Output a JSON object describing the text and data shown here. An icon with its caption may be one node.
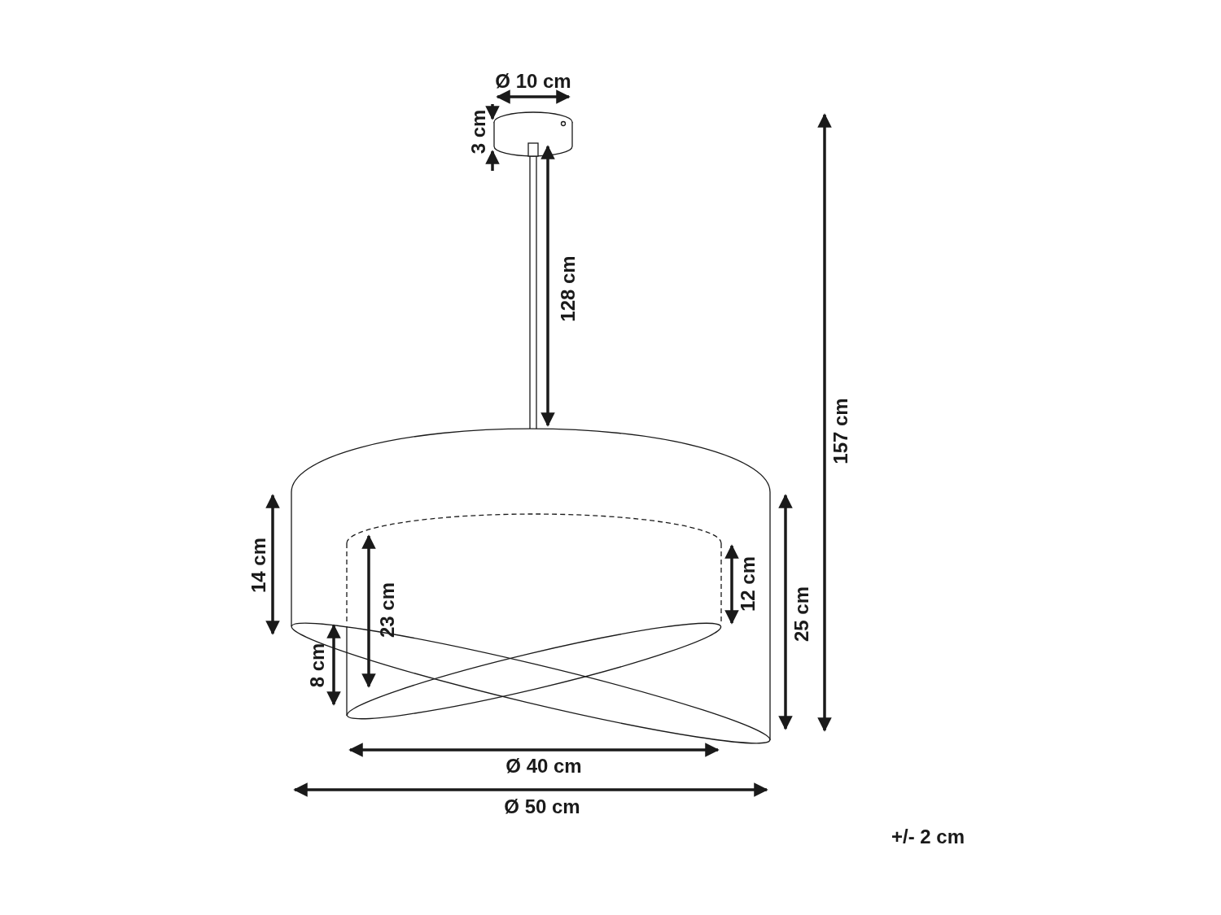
{
  "diagram": {
    "labels": [
      "Ø 10 cm",
      "3 cm",
      "128 cm",
      "157 cm",
      "14 cm",
      "23 cm",
      "12 cm",
      "25 cm",
      "8 cm",
      "Ø 40 cm",
      "Ø 50 cm",
      "+/- 2 cm"
    ]
  }
}
